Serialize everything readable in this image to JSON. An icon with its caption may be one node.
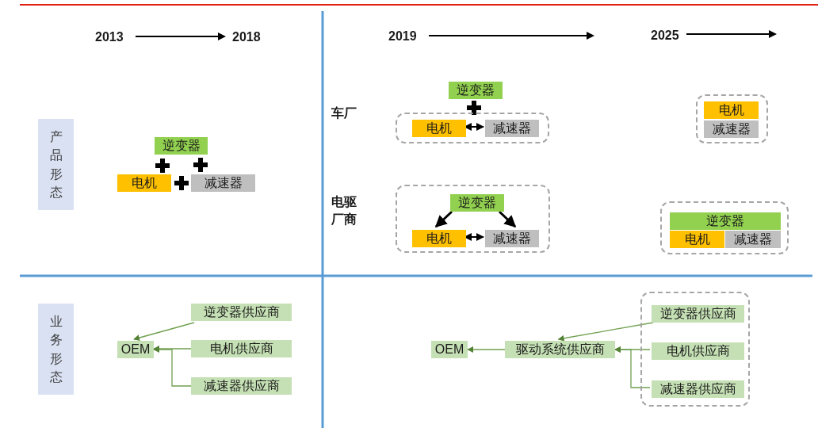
{
  "diagram": {
    "nodes": [
      {
        "text": [
          "产品形态"
        ]
      },
      {
        "text": [
          "逆变器"
        ]
      },
      {
        "text": [
          "电机"
        ]
      },
      {
        "text": [
          "减速器"
        ]
      },
      {
        "text": [],
        "shape": "box"
      },
      {
        "text": [
          "逆变器"
        ]
      },
      {
        "text": [
          "电机"
        ],
        "in": 4
      },
      {
        "text": [
          "减速器"
        ],
        "in": 4
      },
      {
        "text": [],
        "shape": "box"
      },
      {
        "text": [
          "电机"
        ],
        "in": 8
      },
      {
        "text": [
          "减速器"
        ],
        "in": 8
      },
      {
        "text": [],
        "shape": "box"
      },
      {
        "text": [
          "逆变器"
        ],
        "in": 11
      },
      {
        "text": [
          "电机"
        ],
        "in": 11
      },
      {
        "text": [
          "减速器"
        ],
        "in": 11
      },
      {
        "text": [],
        "shape": "box"
      },
      {
        "text": [
          "逆变器"
        ],
        "in": 15
      },
      {
        "text": [
          "电机"
        ],
        "in": 15
      },
      {
        "text": [
          "减速器"
        ],
        "in": 15
      },
      {
        "text": [
          "业务形态"
        ]
      },
      {
        "text": [
          "OEM"
        ]
      },
      {
        "text": [
          "逆变器供应商"
        ]
      },
      {
        "text": [
          "电机供应商"
        ]
      },
      {
        "text": [
          "减速器供应商"
        ]
      },
      {
        "text": [
          "OEM"
        ]
      },
      {
        "text": [
          "驱动系统供应商"
        ]
      },
      {
        "text": [],
        "shape": "box"
      },
      {
        "text": [
          "逆变器供应商"
        ],
        "in": 26
      },
      {
        "text": [
          "电机供应商"
        ],
        "in": 26
      },
      {
        "text": [
          "减速器供应商"
        ],
        "in": 26
      }
    ],
    "edges": [
      {
        "from": 6,
        "to": 7,
        "arrow": "both",
        "color": "#000000"
      },
      {
        "from": 12,
        "to": 13,
        "arrow": "to",
        "style": "thick",
        "color": "#000000"
      },
      {
        "from": 12,
        "to": 14,
        "arrow": "to",
        "style": "thick",
        "color": "#000000"
      },
      {
        "from": 13,
        "to": 14,
        "arrow": "both",
        "color": "#000000"
      },
      {
        "from": 21,
        "to": 20,
        "arrow": "to"
      },
      {
        "from": 22,
        "to": 20,
        "arrow": "to"
      },
      {
        "from": 23,
        "to": 20,
        "arrow": "to"
      },
      {
        "from": 25,
        "to": 24,
        "arrow": "to"
      },
      {
        "from": 27,
        "to": 25,
        "arrow": "to"
      },
      {
        "from": 28,
        "to": 25,
        "arrow": "to"
      },
      {
        "from": 29,
        "to": 25,
        "arrow": "to"
      }
    ],
    "labels": [
      "2013",
      "2018",
      "2019",
      "2025",
      "车厂",
      "电驱厂商"
    ]
  }
}
